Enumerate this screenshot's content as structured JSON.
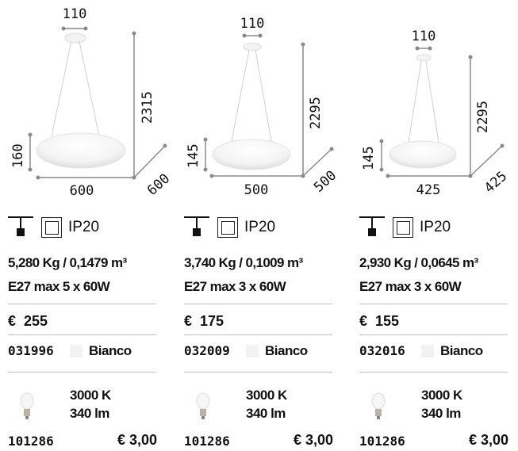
{
  "products": [
    {
      "dims": {
        "canopy": "110",
        "height": "2315",
        "shade_height": "160",
        "width": "600",
        "depth": "600"
      },
      "ip_rating": "IP20",
      "weight_volume": "5,280 Kg / 0,1479 m³",
      "lamp": "E27 max 5 x 60W",
      "currency": "€",
      "price": "255",
      "code": "031996",
      "finish": "Bianco",
      "bulb": {
        "kelvin": "3000 K",
        "lumen": "340 lm",
        "code": "101286",
        "price": "€ 3,00"
      }
    },
    {
      "dims": {
        "canopy": "110",
        "height": "2295",
        "shade_height": "145",
        "width": "500",
        "depth": "500"
      },
      "ip_rating": "IP20",
      "weight_volume": "3,740 Kg / 0,1009 m³",
      "lamp": "E27 max 3 x 60W",
      "currency": "€",
      "price": "175",
      "code": "032009",
      "finish": "Bianco",
      "bulb": {
        "kelvin": "3000 K",
        "lumen": "340 lm",
        "code": "101286",
        "price": "€ 3,00"
      }
    },
    {
      "dims": {
        "canopy": "110",
        "height": "2295",
        "shade_height": "145",
        "width": "425",
        "depth": "425"
      },
      "ip_rating": "IP20",
      "weight_volume": "2,930 Kg / 0,0645 m³",
      "lamp": "E27 max 3 x 60W",
      "currency": "€",
      "price": "155",
      "code": "032016",
      "finish": "Bianco",
      "bulb": {
        "kelvin": "3000 K",
        "lumen": "340 lm",
        "code": "101286",
        "price": "€ 3,00"
      }
    }
  ],
  "icons": {
    "mount": "ceiling-mount-icon",
    "protection": "ip-protection-icon",
    "bulb": "bulb-icon"
  },
  "colors": {
    "text": "#111111",
    "rule": "#bdbdbd",
    "dimension_line": "#8a8a8a",
    "swatch_white": "#f2f2f2"
  }
}
